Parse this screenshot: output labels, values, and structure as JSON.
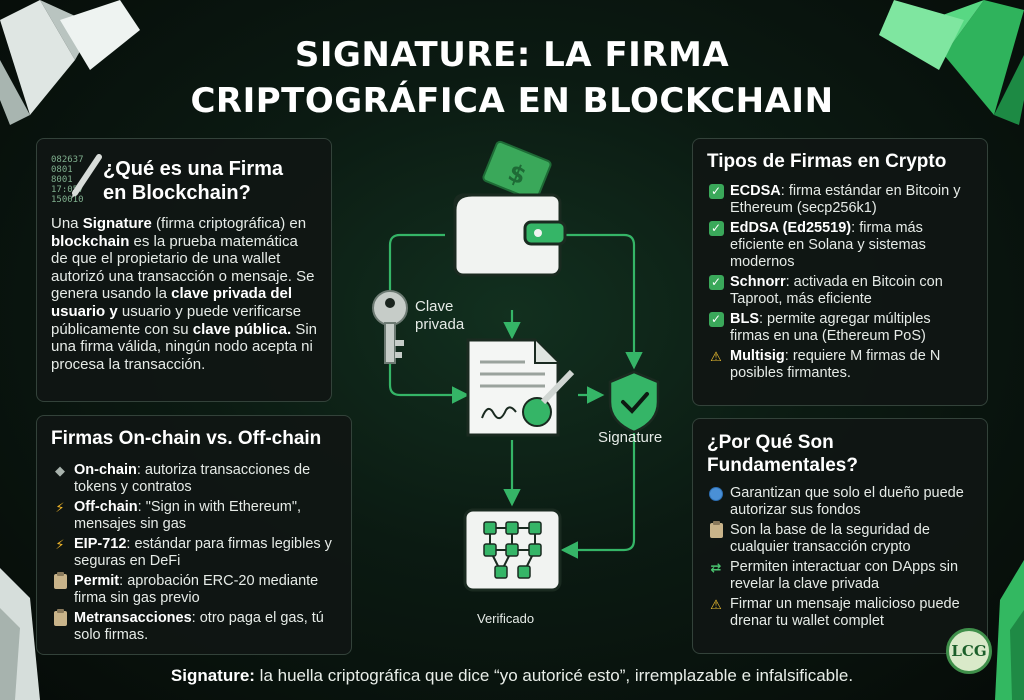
{
  "title": {
    "line1": "SIGNATURE: LA FIRMA",
    "line2": "CRIPTOGRÁFICA EN BLOCKCHAIN"
  },
  "what": {
    "heading_line1": "¿Qué es una Firma",
    "heading_line2": "en Blockchain?",
    "binary": [
      "082637",
      "0801",
      "8001",
      "17:057",
      "150010"
    ],
    "body": [
      {
        "t": "Una ",
        "b": false
      },
      {
        "t": "Signature",
        "b": true
      },
      {
        "t": " (firma criptográfica) en ",
        "b": false
      },
      {
        "t": "blockchain",
        "b": true
      },
      {
        "t": " es la prueba matemática de que el propietario de una wallet autorizó una transacción o mensaje. Se genera usando la ",
        "b": false
      },
      {
        "t": "clave privada del usuario y",
        "b": true
      },
      {
        "t": " usuario y puede verificarse públicamente con su ",
        "b": false
      },
      {
        "t": "clave pública.",
        "b": true
      },
      {
        "t": " Sin una firma válida, ningún nodo acepta ni procesa la transacción.",
        "b": false
      }
    ]
  },
  "onoff": {
    "heading": "Firmas On-chain vs. Off-chain",
    "items": [
      {
        "icon": "ethereum-icon",
        "bold": "On-chain",
        "text": ": autoriza transacciones de tokens y contratos"
      },
      {
        "icon": "lightning-icon",
        "bold": "Off-chain",
        "text": ": \"Sign in with Ethereum\", mensajes sin gas"
      },
      {
        "icon": "lightning-icon",
        "bold": "EIP-712",
        "text": ": estándar para firmas legibles y seguras en DeFi"
      },
      {
        "icon": "clipboard-icon",
        "bold": "Permit",
        "text": ": aprobación ERC-20 mediante firma sin gas previo"
      },
      {
        "icon": "clipboard-icon",
        "bold": "Metransacciones",
        "text": ": otro paga el gas, tú solo firmas."
      }
    ]
  },
  "types": {
    "heading": "Tipos de Firmas en Crypto",
    "items": [
      {
        "icon": "check-icon",
        "bold": "ECDSA",
        "text": ": firma estándar en Bitcoin y Ethereum (secp256k1)"
      },
      {
        "icon": "check-icon",
        "bold": "EdDSA (Ed25519)",
        "text": ": firma más eficiente en Solana y sistemas modernos"
      },
      {
        "icon": "check-icon",
        "bold": "Schnorr",
        "text": ": activada en Bitcoin con Taproot, más eficiente"
      },
      {
        "icon": "check-icon",
        "bold": "BLS",
        "text": ": permite agregar múltiples firmas en una (Ethereum PoS)"
      },
      {
        "icon": "warning-icon",
        "bold": "Multisig",
        "text": ": requiere M firmas de N posibles firmantes."
      }
    ]
  },
  "why": {
    "heading_line1": "¿Por Qué Son",
    "heading_line2": "Fundamentales?",
    "items": [
      {
        "icon": "globe-icon",
        "text": "Garantizan que solo el dueño puede autorizar sus fondos"
      },
      {
        "icon": "clipboard-icon",
        "text": "Son la base de la seguridad de cualquier transacción crypto"
      },
      {
        "icon": "swap-arrows-icon",
        "text": "Permiten interactuar con DApps sin revelar la clave privada"
      },
      {
        "icon": "warning-icon",
        "text": "Firmar un mensaje malicioso puede drenar tu wallet complet"
      }
    ]
  },
  "diagram": {
    "key_label_line1": "Clave",
    "key_label_line2": "privada",
    "signature_label": "Signature",
    "verified_label": "Verificado",
    "accent_color": "#35b567"
  },
  "footer": {
    "bold": "Signature:",
    "text": " la huella criptográfica que dice “yo autoricé esto”, irremplazable e infalsificable."
  },
  "logo": {
    "text": "LCG"
  }
}
